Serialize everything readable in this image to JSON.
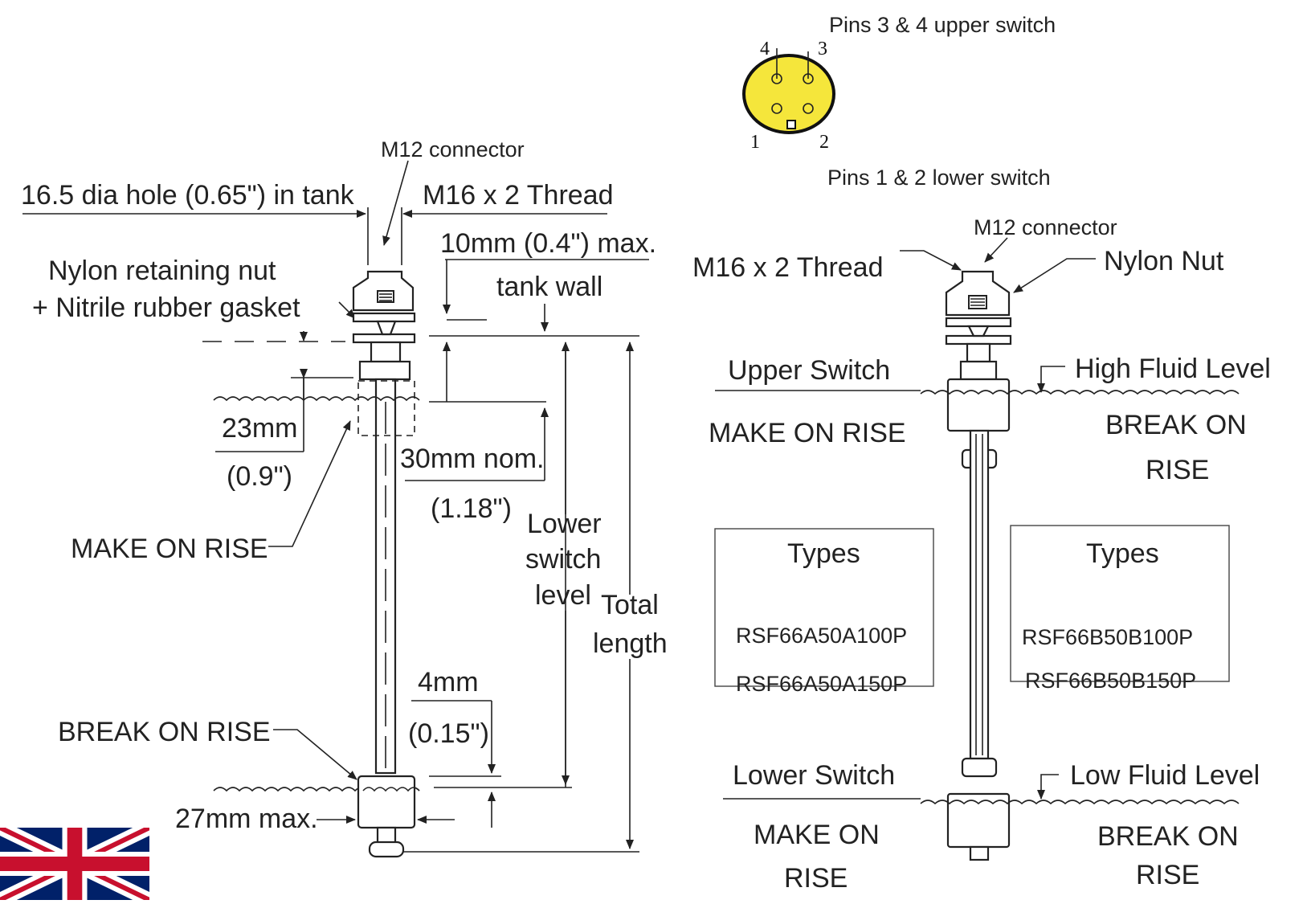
{
  "pins": {
    "upper_label": "Pins 3 & 4 upper switch",
    "lower_label": "Pins 1 & 2 lower switch",
    "pin1": "1",
    "pin2": "2",
    "pin3": "3",
    "pin4": "4",
    "connector_color": "#f5e63b"
  },
  "left": {
    "m12": "M12 connector",
    "hole": "16.5 dia hole (0.65\") in tank",
    "thread": "M16 x 2 Thread",
    "max10": "10mm (0.4\") max.",
    "tank_wall": "tank wall",
    "nut1": "Nylon retaining nut",
    "nut2": "+ Nitrile rubber gasket",
    "d23": "23mm",
    "d23in": "(0.9\")",
    "d30": "30mm nom.",
    "d30in": "(1.18\")",
    "lower1": "Lower",
    "lower2": "switch",
    "lower3": "level",
    "total1": "Total",
    "total2": "length",
    "make": "MAKE ON RISE",
    "d4": "4mm",
    "d4in": "(0.15\")",
    "break": "BREAK ON RISE",
    "d27": "27mm max."
  },
  "right": {
    "m12": "M12 connector",
    "thread": "M16 x 2 Thread",
    "nut": "Nylon Nut",
    "upper_switch": "Upper Switch",
    "upper_make": "MAKE ON RISE",
    "high_level": "High Fluid Level",
    "upper_break1": "BREAK ON",
    "upper_break2": "RISE",
    "types_a_title": "Types",
    "types_a": [
      "RSF66A50A100P",
      "RSF66A50A150P"
    ],
    "types_b_title": "Types",
    "types_b": [
      "RSF66B50B100P",
      "RSF66B50B150P"
    ],
    "lower_switch": "Lower Switch",
    "lower_make1": "MAKE ON",
    "lower_make2": "RISE",
    "low_level": "Low Fluid Level",
    "lower_break1": "BREAK ON",
    "lower_break2": "RISE"
  },
  "flag": {
    "blue": "#012169",
    "red": "#c8102e",
    "white": "#ffffff"
  }
}
